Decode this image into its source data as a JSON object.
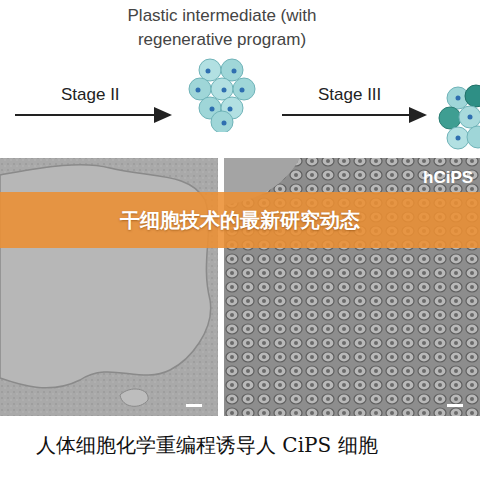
{
  "diagram": {
    "title": "干细胞技术的最新研究动态",
    "caption": "人体细胞化学重编程诱导人 CiPS 细胞",
    "nodes": [
      {
        "text": [
          "Plastic intermediate (with regenerative program)"
        ]
      }
    ],
    "labels": [
      "Stage II",
      "Stage III",
      "hCiPS"
    ]
  }
}
